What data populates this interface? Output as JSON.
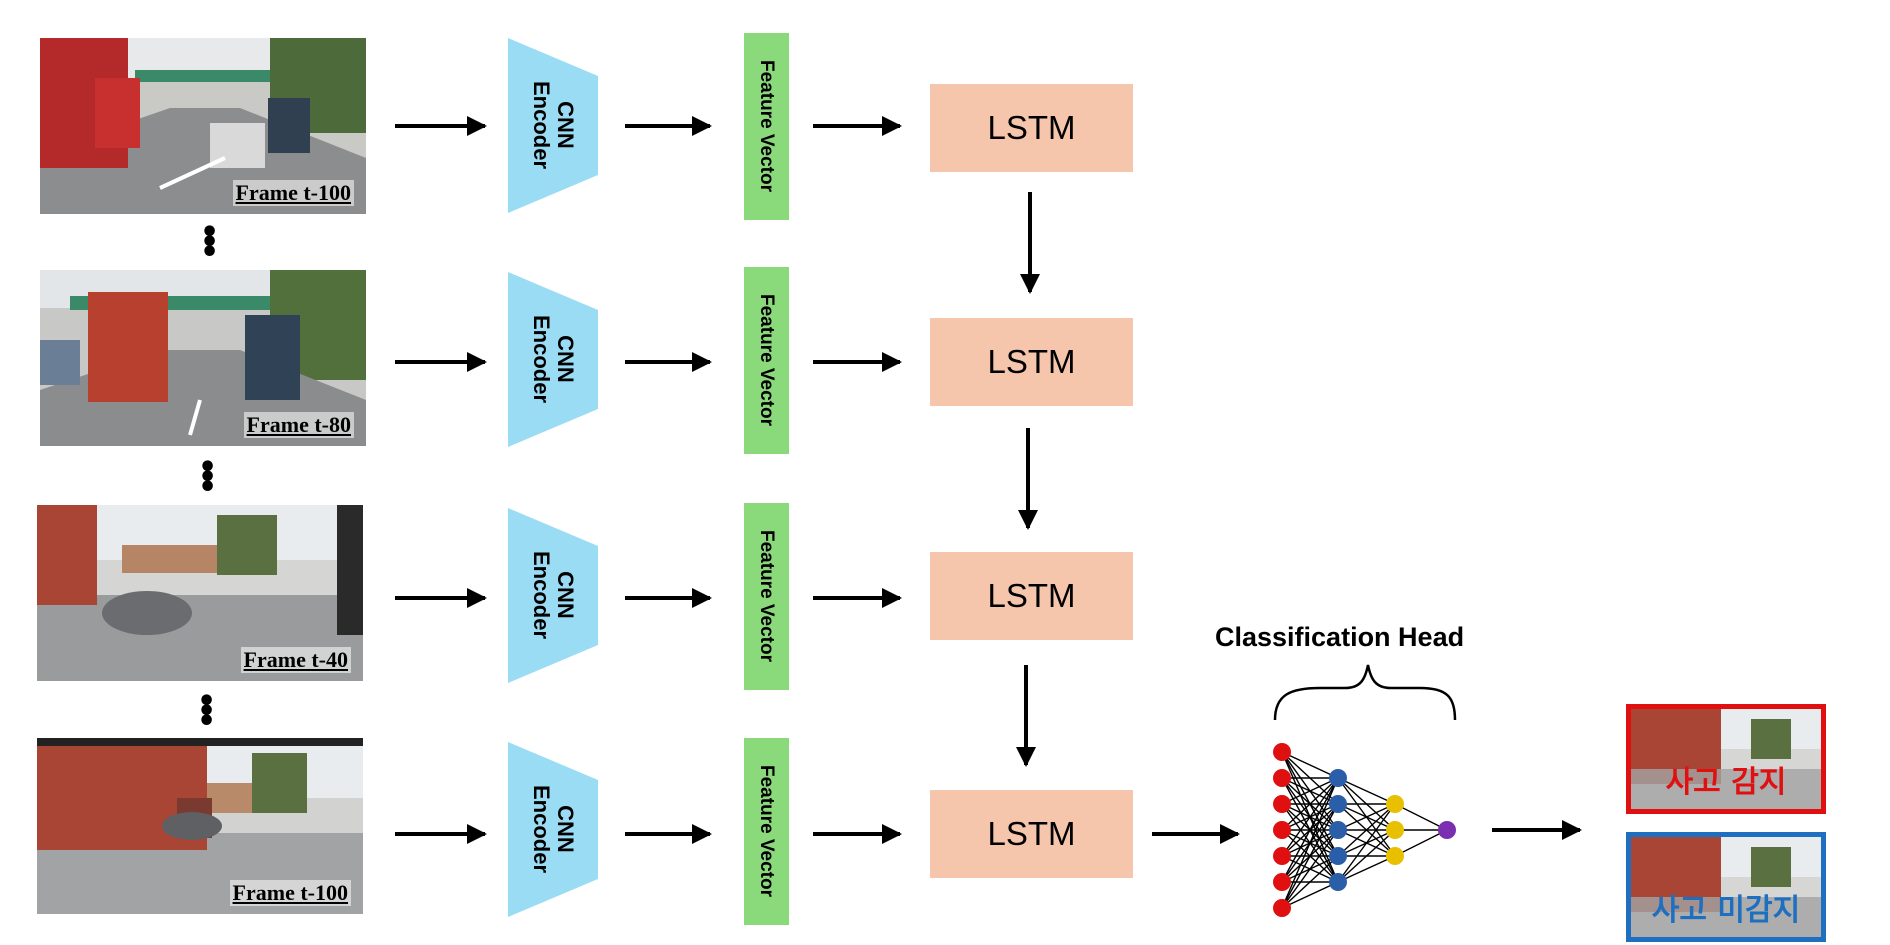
{
  "frames": [
    {
      "label": "Frame t-100"
    },
    {
      "label": "Frame t-80"
    },
    {
      "label": "Frame t-40"
    },
    {
      "label": "Frame t-100"
    }
  ],
  "ellipsis": "⋮",
  "encoder": {
    "line1": "CNN",
    "line2": "Encoder",
    "color": "#9bdcf5"
  },
  "feature_vector": {
    "label": "Feature Vector",
    "color": "#8ad97a"
  },
  "lstm": {
    "label": "LSTM",
    "color": "#f5c6ac"
  },
  "classification_head": {
    "title": "Classification Head",
    "layers": [
      {
        "nodes": 7,
        "color": "#e01010"
      },
      {
        "nodes": 5,
        "color": "#2a5ea8"
      },
      {
        "nodes": 3,
        "color": "#e8c000"
      },
      {
        "nodes": 1,
        "color": "#7a2fb0"
      }
    ]
  },
  "outputs": [
    {
      "label": "사고 감지",
      "border_color": "#e01010",
      "text_color": "#e01010"
    },
    {
      "label": "사고 미감지",
      "border_color": "#1f6fc0",
      "text_color": "#1f6fc0"
    }
  ]
}
